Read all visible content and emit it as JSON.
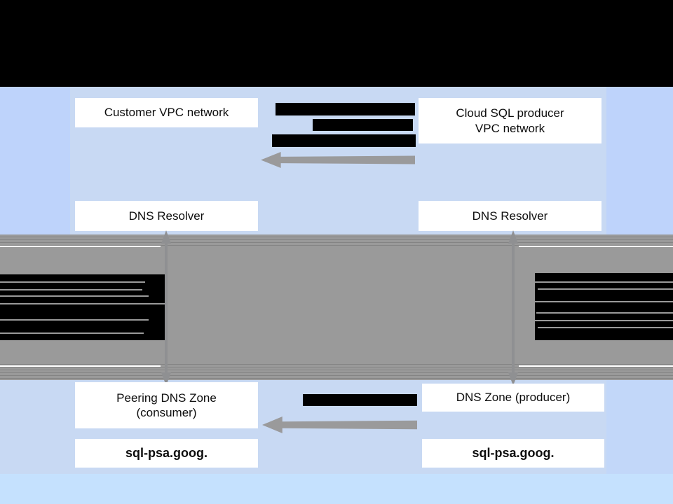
{
  "diagram": {
    "description": "DNS peering between a customer VPC network and a Cloud SQL producer VPC network; title bar and several annotations are redacted (solid black).",
    "colors": {
      "redaction_black": "#000000",
      "outer_column_blue": "#bed3fb",
      "inner_panel_blue": "#c8d9f3",
      "gray_band": "#9a9a9a",
      "bottom_right_column_blue": "#c2d7f9",
      "footer_blue": "#c5e1fe",
      "box_white": "#ffffff",
      "arrow_gray": "#9a9a9b"
    },
    "top_section": {
      "customer_vpc_label": "Customer VPC network",
      "producer_vpc_line1": "Cloud SQL producer",
      "producer_vpc_line2": "VPC network",
      "dns_resolver_label": "DNS Resolver",
      "annotation_between_networks": "[redacted - 3 lines]"
    },
    "middle_section": {
      "left_annotation": "[redacted - multi-line block]",
      "right_annotation": "[redacted - multi-line block]"
    },
    "bottom_section": {
      "peering_zone_line1": "Peering DNS Zone",
      "peering_zone_line2": "(consumer)",
      "producer_zone_label": "DNS Zone (producer)",
      "consumer_domain": "sql-psa.goog.",
      "producer_domain": "sql-psa.goog.",
      "annotation_between_zones": "[redacted - 1 line]"
    }
  }
}
